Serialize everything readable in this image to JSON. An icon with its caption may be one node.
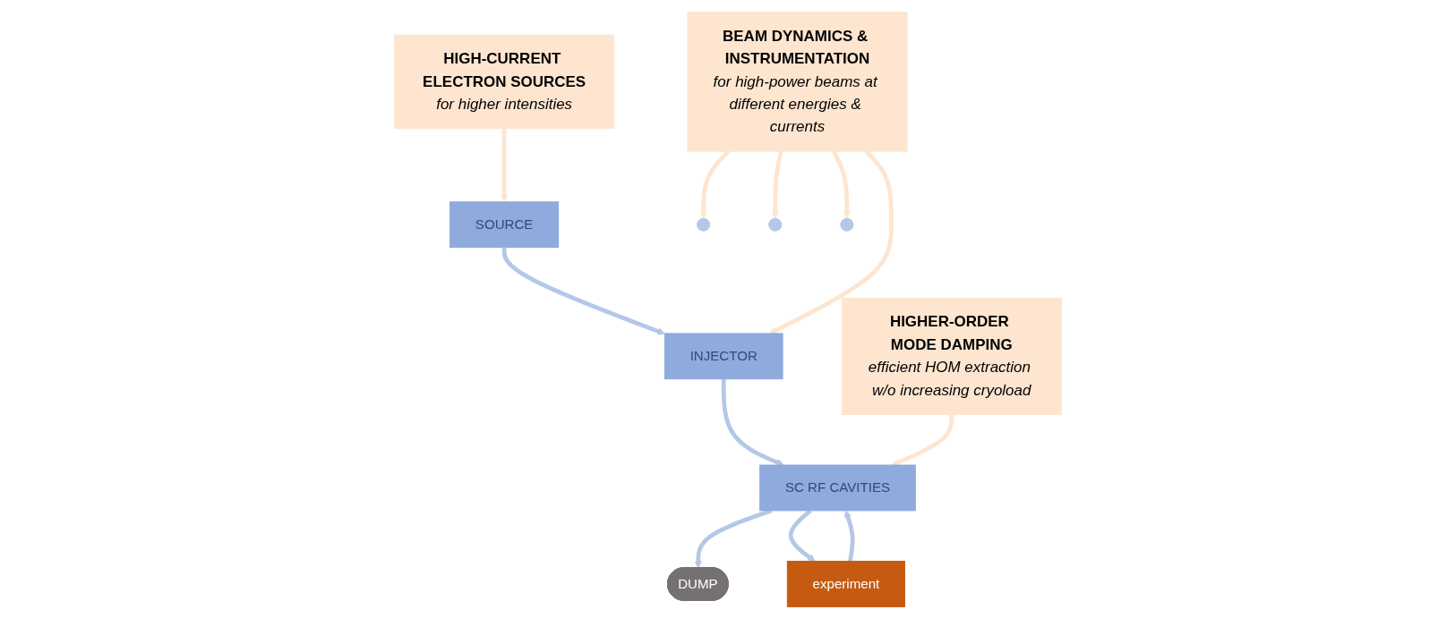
{
  "diagram": {
    "nodes": [
      {
        "text": [
          "HIGH-CURRENT ELECTRON SOURCES",
          "for higher intensities"
        ]
      },
      {
        "text": [
          "SOURCE"
        ]
      },
      {
        "text": [
          "INJECTOR"
        ]
      },
      {
        "text": [
          "SC RF CAVITIES"
        ]
      },
      {
        "text": [
          "DUMP"
        ]
      },
      {
        "text": [
          "experiment"
        ]
      },
      {
        "text": [
          "BEAM DYNAMICS & INSTRUMENTATION",
          "for high-power beams at different energies & currents"
        ]
      },
      {
        "text": [
          "HIGHER-ORDER MODE DAMPING",
          "efficient HOM extraction w/o increasing cryoload"
        ]
      }
    ],
    "edges": [
      {
        "from": 0,
        "to": 1,
        "arrow": "to",
        "color": "#fde5d0"
      },
      {
        "from": 1,
        "to": 2,
        "arrow": "to",
        "color": "#b4c7e7"
      },
      {
        "from": 2,
        "to": 3,
        "arrow": "to",
        "color": "#b4c7e7"
      },
      {
        "from": 3,
        "to": 4,
        "arrow": "to",
        "color": "#b4c7e7"
      },
      {
        "from": 3,
        "to": 5,
        "arrow": "to",
        "color": "#b4c7e7"
      },
      {
        "from": 5,
        "to": 3,
        "arrow": "to",
        "color": "#b4c7e7"
      },
      {
        "from": 6,
        "to": null,
        "arrow": "to",
        "color": "#fde5d0"
      },
      {
        "from": 6,
        "to": 2,
        "arrow": "to",
        "color": "#fde5d0"
      },
      {
        "from": 6,
        "to": null,
        "arrow": "to",
        "color": "#fde5d0"
      },
      {
        "from": 6,
        "to": null,
        "arrow": "to",
        "color": "#fde5d0"
      },
      {
        "from": 7,
        "to": 3,
        "arrow": "to",
        "color": "#fde5d0"
      }
    ]
  }
}
